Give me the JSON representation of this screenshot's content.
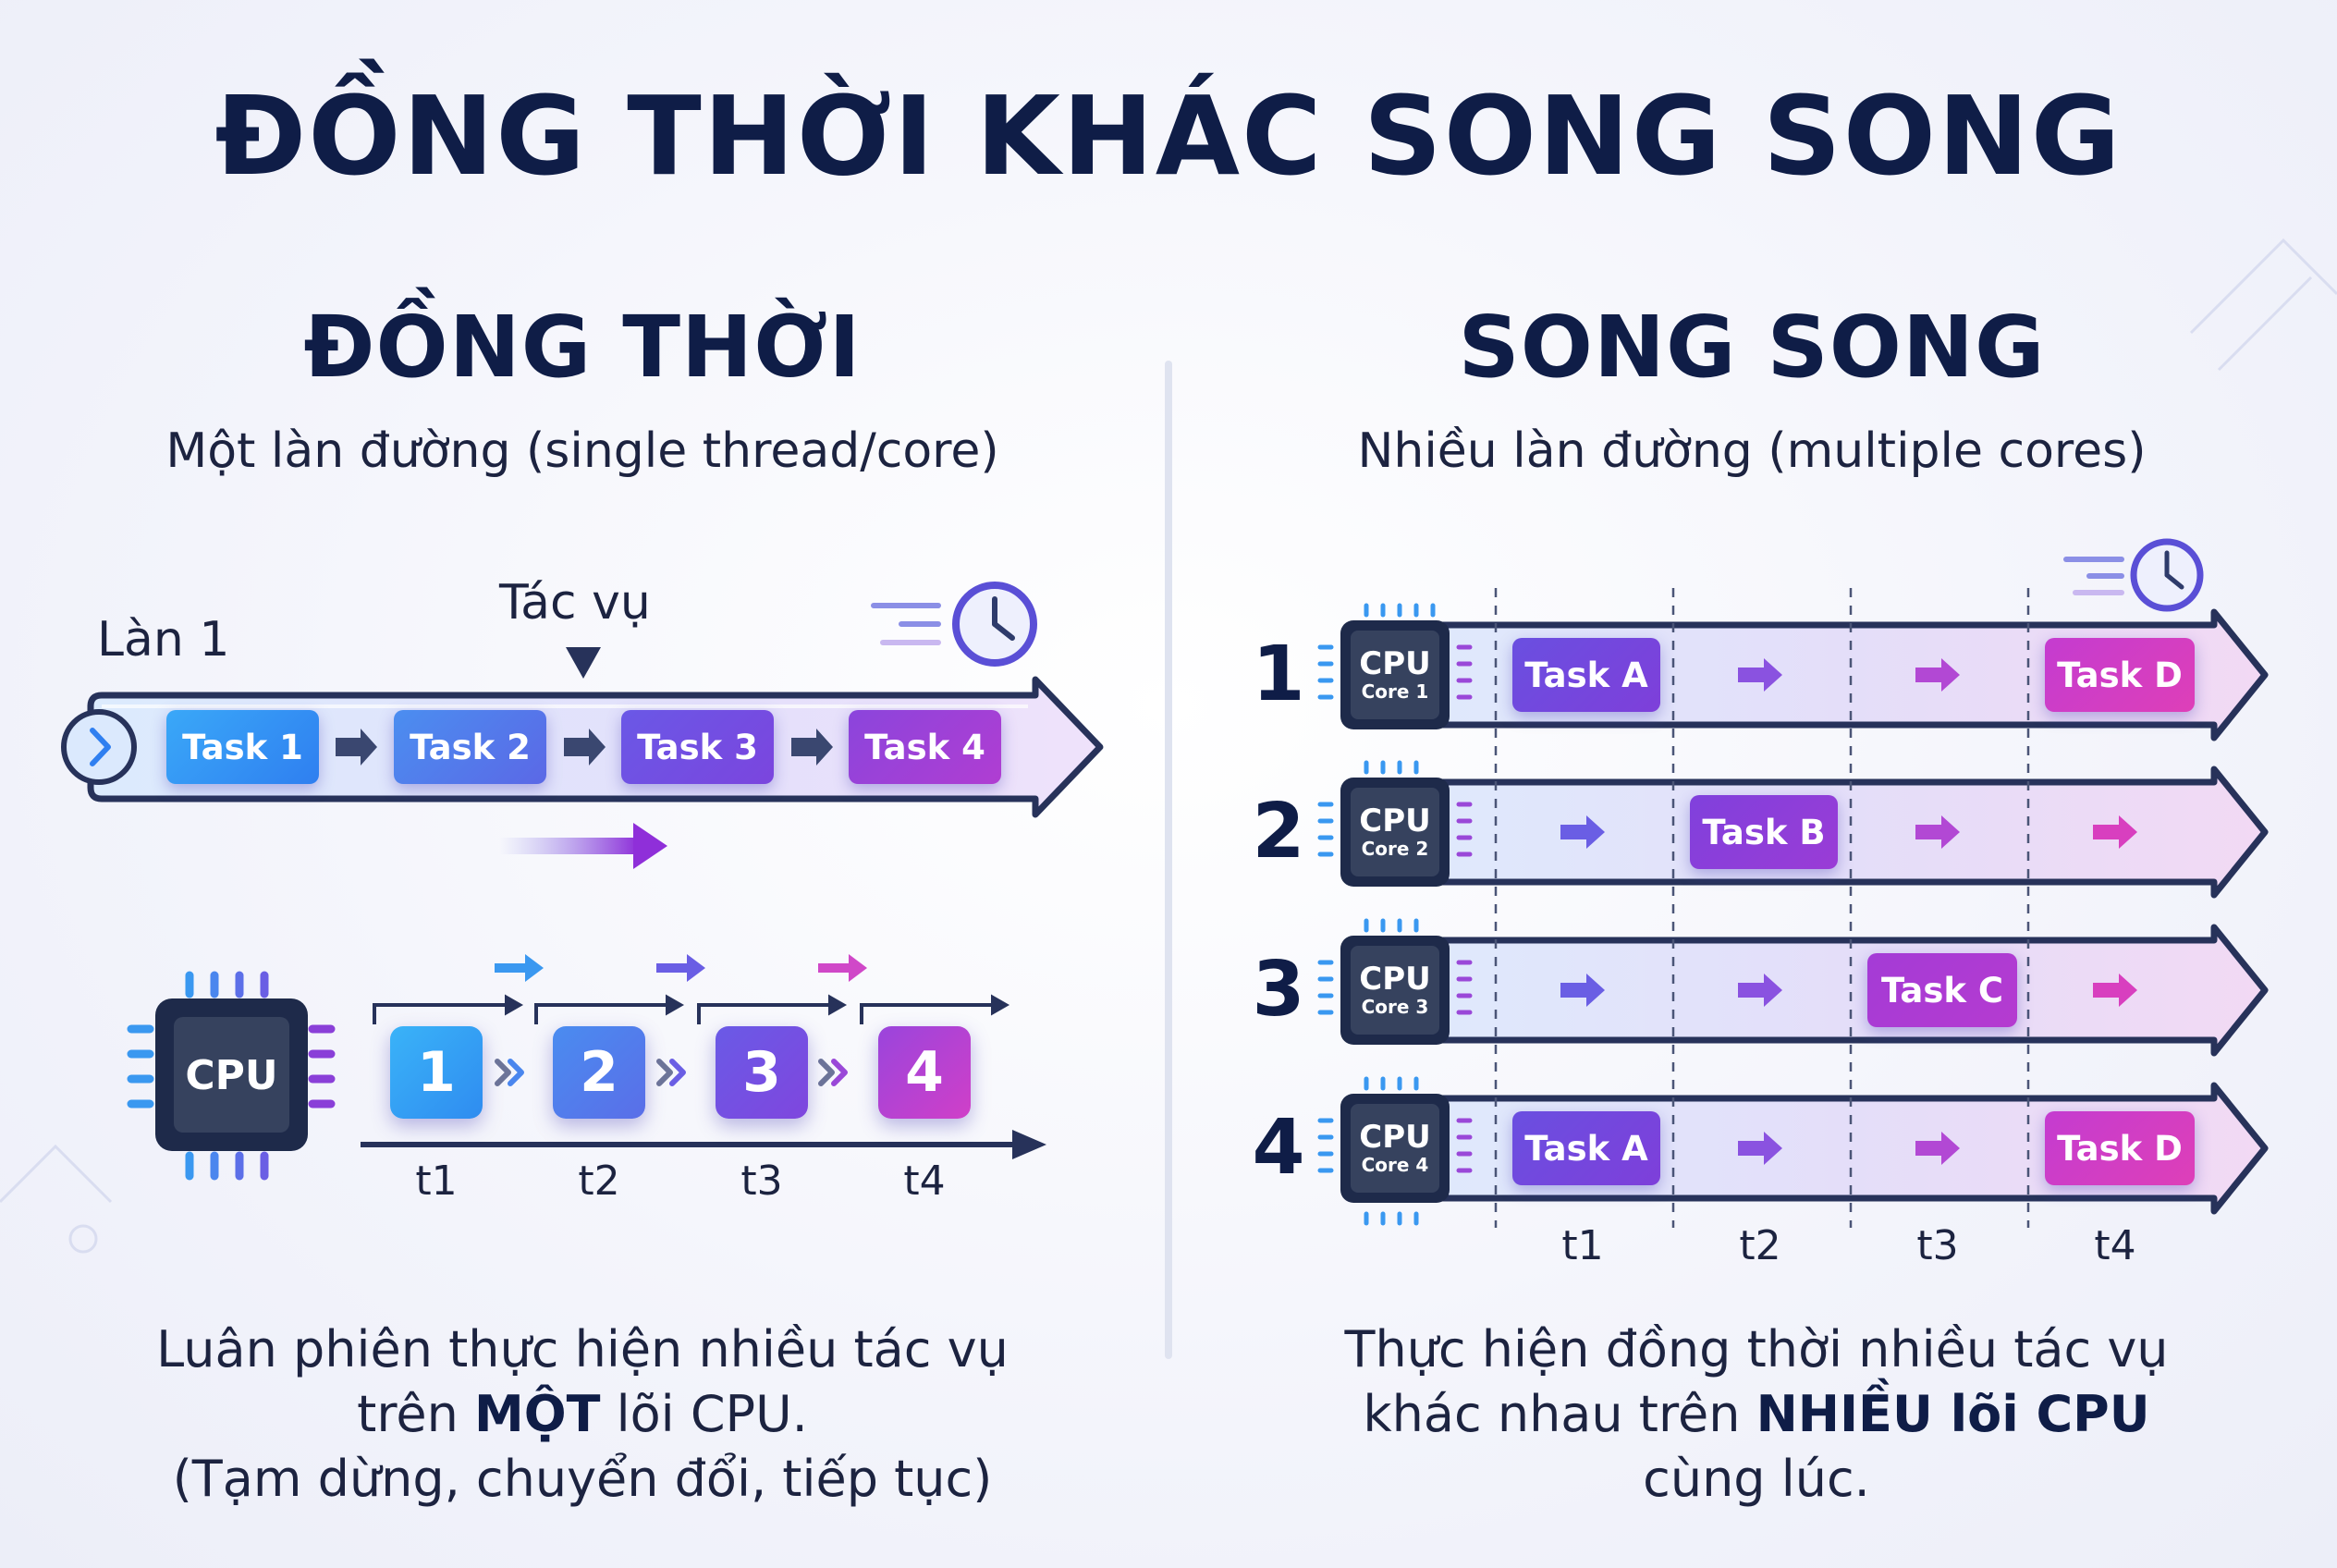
{
  "title": "ĐỒNG THỜI KHÁC SONG SONG",
  "left": {
    "title": "ĐỒNG THỜI",
    "subtitle": "Một làn đường (single thread/core)",
    "lane_label": "Làn 1",
    "task_label": "Tác vụ",
    "tasks": [
      "Task 1",
      "Task 2",
      "Task 3",
      "Task 4"
    ],
    "cpu_label": "CPU",
    "steps": [
      "1",
      "2",
      "3",
      "4"
    ],
    "time_labels": [
      "t1",
      "t2",
      "t3",
      "t4"
    ],
    "desc_line1": "Luân phiên thực hiện nhiều tác vụ",
    "desc_line2_pre": "trên ",
    "desc_line2_bold": "MỘT",
    "desc_line2_post": " lõi CPU.",
    "desc_line3": "(Tạm dừng, chuyển đổi, tiếp tục)"
  },
  "right": {
    "title": "SONG SONG",
    "subtitle": "Nhiều làn đường (multiple cores)",
    "cpu_label": "CPU",
    "rows": [
      {
        "num": "1",
        "core": "Core 1",
        "tasks": [
          "Task A",
          "",
          "",
          "Task D"
        ]
      },
      {
        "num": "2",
        "core": "Core 2",
        "tasks": [
          "",
          "Task B",
          "",
          ""
        ]
      },
      {
        "num": "3",
        "core": "Core 3",
        "tasks": [
          "",
          "",
          "Task C",
          ""
        ]
      },
      {
        "num": "4",
        "core": "Core 4",
        "tasks": [
          "Task A",
          "",
          "",
          "Task D"
        ]
      }
    ],
    "time_labels": [
      "t1",
      "t2",
      "t3",
      "t4"
    ],
    "desc_line1": "Thực hiện đồng thời nhiều tác vụ",
    "desc_line2_pre": "khác nhau trên ",
    "desc_line2_bold": "NHIỀU lõi CPU",
    "desc_line3": "cùng lúc."
  },
  "colors": {
    "navy": "#0f1d47",
    "blue": "#2f9bf5",
    "indigo": "#5b5ee8",
    "purple": "#7b3fe0",
    "magenta": "#c23cd6"
  }
}
